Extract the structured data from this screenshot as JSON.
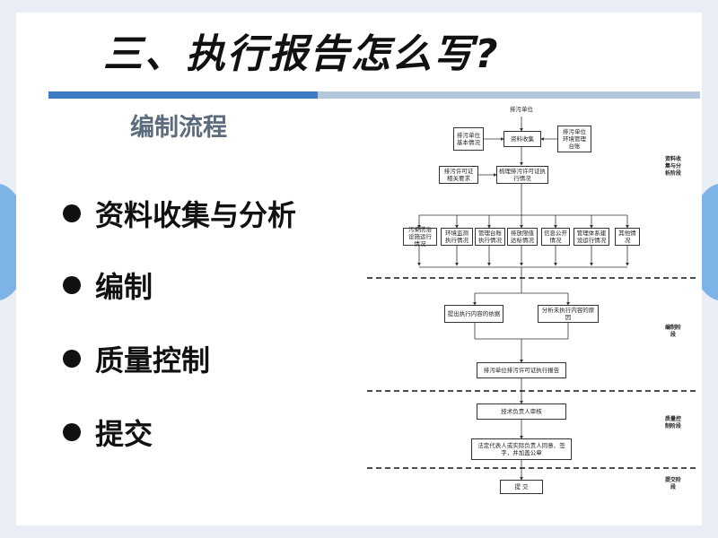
{
  "slide": {
    "title": "三、执行报告怎么写?",
    "subtitle": "编制流程",
    "bullets": [
      "资料收集与分析",
      "编制",
      "质量控制",
      "提交"
    ]
  },
  "flowchart": {
    "top_label": "排污单位",
    "collect": "资料收集",
    "left_basic": "排污单位基本情况",
    "right_env": "排污单位环境管理台账",
    "permit_req": "排污许可证相关要求",
    "sort_permit": "梳理排污许可证执行情况",
    "items": [
      "污染防治设施运行情况",
      "环境监测执行情况",
      "管理台账执行情况",
      "排放限值达标情况",
      "信息公开情况",
      "管理体系建设运行情况",
      "其他情况"
    ],
    "propose_basis": "提出执行内容的依据",
    "analyze_reason": "分析未执行内容的原因",
    "report": "排污单位排污许可证执行报告",
    "review": "技术负责人审核",
    "approve": "法定代表人或实际负责人同意、签字，并加盖公章",
    "submit": "提 交",
    "stages": {
      "collect": "资料收集与分析阶段",
      "compile": "编制阶段",
      "quality": "质量控制阶段",
      "submit": "提交阶段"
    }
  }
}
